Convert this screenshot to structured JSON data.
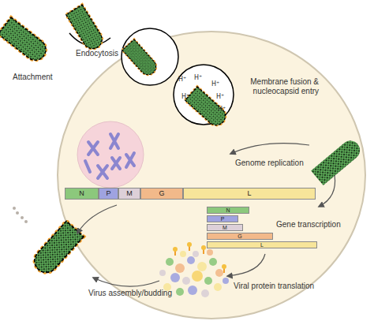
{
  "diagram": {
    "nodes": [
      {
        "text": [
          "N"
        ]
      },
      {
        "text": [
          "P"
        ]
      },
      {
        "text": [
          "M"
        ]
      },
      {
        "text": [
          "G"
        ]
      },
      {
        "text": [
          "L"
        ]
      },
      {
        "text": [
          "N"
        ]
      },
      {
        "text": [
          "P"
        ]
      },
      {
        "text": [
          "M"
        ]
      },
      {
        "text": [
          "G"
        ]
      },
      {
        "text": [
          "L"
        ]
      }
    ],
    "labels": [
      "Attachment",
      "Endocytosis",
      "H⁺",
      "H⁺",
      "H⁺",
      "H⁺",
      "H⁺",
      "H⁺",
      "Membrane fusion & nucleocapsid entry",
      "Genome replication",
      "Gene transcription",
      "Viral protein translation",
      "Virus assembly/budding"
    ]
  }
}
